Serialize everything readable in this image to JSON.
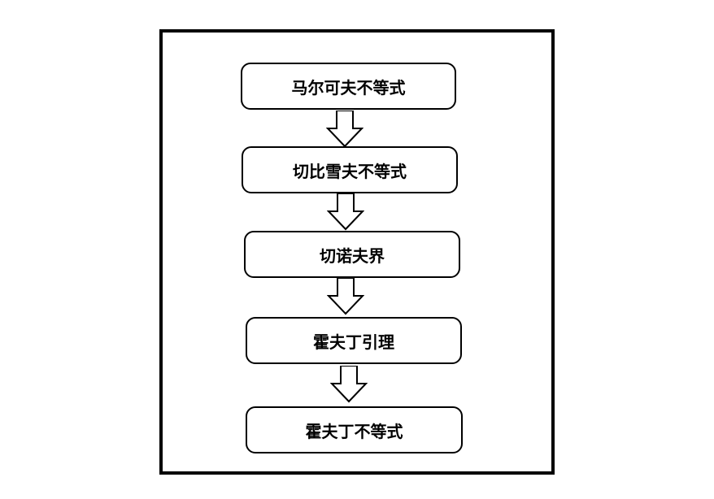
{
  "diagram": {
    "nodes": [
      {
        "label": "马尔可夫不等式"
      },
      {
        "label": "切比雪夫不等式"
      },
      {
        "label": "切诺夫界"
      },
      {
        "label": "霍夫丁引理"
      },
      {
        "label": "霍夫丁不等式"
      }
    ],
    "edges": [
      {
        "from": 0,
        "to": 1
      },
      {
        "from": 1,
        "to": 2
      },
      {
        "from": 2,
        "to": 3
      },
      {
        "from": 3,
        "to": 4
      }
    ]
  }
}
